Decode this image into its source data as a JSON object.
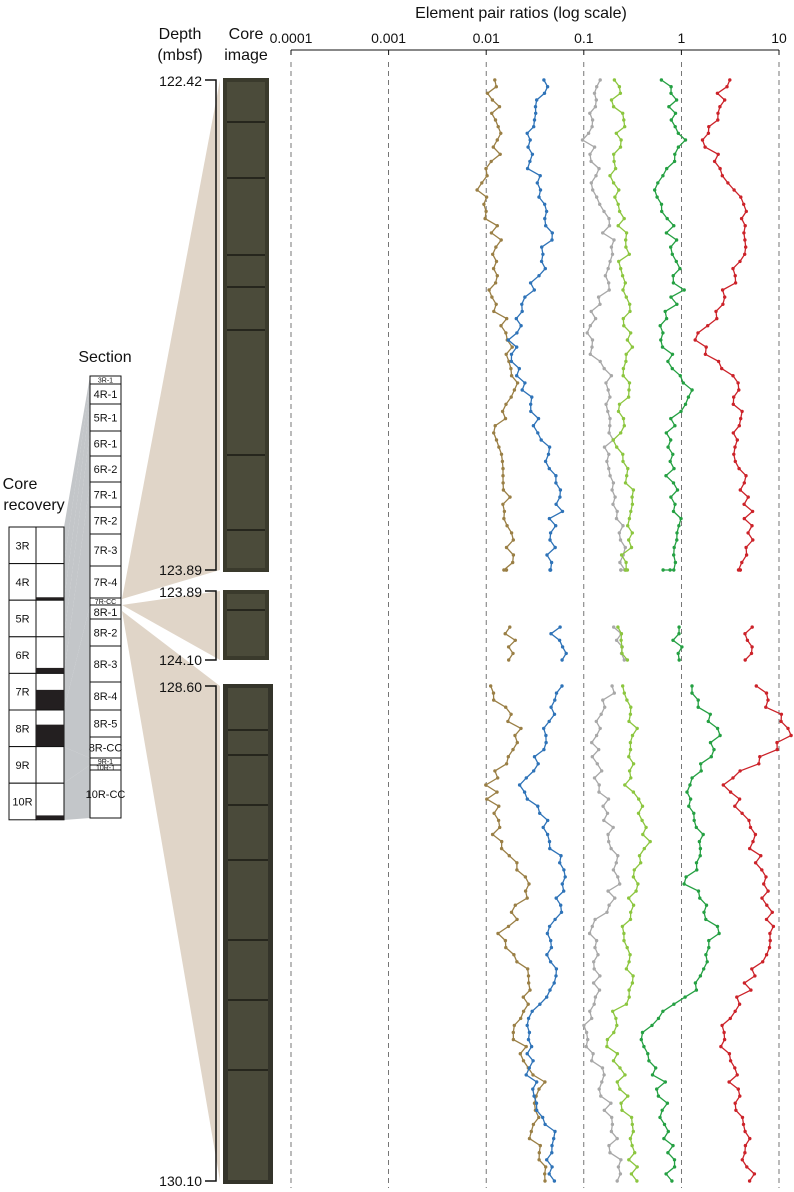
{
  "header": {
    "depth_line1": "Depth",
    "depth_line2": "(mbsf)",
    "core_image_line1": "Core",
    "core_image_line2": "image",
    "section": "Section",
    "core_recovery_line1": "Core",
    "core_recovery_line2": "recovery"
  },
  "core_recovery": {
    "cores": [
      {
        "label": "3R",
        "recovered_fraction": 0.0
      },
      {
        "label": "4R",
        "recovered_fraction": 0.08
      },
      {
        "label": "5R",
        "recovered_fraction": 0.0
      },
      {
        "label": "6R",
        "recovered_fraction": 0.15
      },
      {
        "label": "7R",
        "recovered_fraction": 0.55
      },
      {
        "label": "8R",
        "recovered_fraction": 0.6
      },
      {
        "label": "9R",
        "recovered_fraction": 0.0
      },
      {
        "label": "10R",
        "recovered_fraction": 0.12
      }
    ]
  },
  "sections": [
    "3R-1",
    "4R-1",
    "5R-1",
    "6R-1",
    "6R-2",
    "7R-1",
    "7R-2",
    "7R-3",
    "7R-4",
    "7R-CC",
    "8R-1",
    "8R-2",
    "8R-3",
    "8R-4",
    "8R-5",
    "8R-CC",
    "9R-1",
    "10R-1",
    "10R-CC"
  ],
  "depth_labels": [
    {
      "text": "122.42",
      "value": 122.42
    },
    {
      "text": "123.89",
      "value": 123.89
    },
    {
      "text": "123.89",
      "value": 123.89
    },
    {
      "text": "124.10",
      "value": 124.1
    },
    {
      "text": "128.60",
      "value": 128.6
    },
    {
      "text": "130.10",
      "value": 130.1
    }
  ],
  "colors": {
    "series1": "#9a7f45",
    "series2": "#2e73b8",
    "series3": "#a8a8a8",
    "series4": "#8cc63f",
    "series5": "#24a042",
    "series6": "#cc2229",
    "connector": "#e0d5c8",
    "section_connector": "#b9bcc0"
  },
  "chart_data": {
    "type": "line",
    "title": "Element pair ratios (log scale)",
    "xscale": "log",
    "xlim": [
      0.0001,
      10
    ],
    "x_ticks": [
      "0.0001",
      "0.001",
      "0.01",
      "0.1",
      "1",
      "10"
    ],
    "grid": "dashed vertical at decades",
    "intervals": [
      {
        "top": 122.42,
        "bottom": 123.89
      },
      {
        "top": 123.89,
        "bottom": 124.1
      },
      {
        "top": 128.6,
        "bottom": 130.1
      }
    ],
    "series": [
      {
        "color": "#9a7f45",
        "profile": [
          [
            122.42,
            0.011
          ],
          [
            122.6,
            0.014
          ],
          [
            122.75,
            0.009
          ],
          [
            122.9,
            0.013
          ],
          [
            123.05,
            0.012
          ],
          [
            123.2,
            0.016
          ],
          [
            123.35,
            0.02
          ],
          [
            123.5,
            0.012
          ],
          [
            123.65,
            0.015
          ],
          [
            123.8,
            0.018
          ],
          [
            123.89,
            0.016
          ],
          [
            123.89,
            0.016
          ],
          [
            124.0,
            0.018
          ],
          [
            124.1,
            0.017
          ],
          [
            128.6,
            0.011
          ],
          [
            128.75,
            0.022
          ],
          [
            128.9,
            0.011
          ],
          [
            129.05,
            0.013
          ],
          [
            129.2,
            0.03
          ],
          [
            129.35,
            0.015
          ],
          [
            129.5,
            0.028
          ],
          [
            129.65,
            0.02
          ],
          [
            129.8,
            0.035
          ],
          [
            129.95,
            0.03
          ],
          [
            130.1,
            0.04
          ]
        ]
      },
      {
        "color": "#2e73b8",
        "profile": [
          [
            122.42,
            0.04
          ],
          [
            122.6,
            0.025
          ],
          [
            122.75,
            0.035
          ],
          [
            122.9,
            0.045
          ],
          [
            123.05,
            0.03
          ],
          [
            123.2,
            0.017
          ],
          [
            123.35,
            0.025
          ],
          [
            123.5,
            0.038
          ],
          [
            123.65,
            0.06
          ],
          [
            123.8,
            0.045
          ],
          [
            123.89,
            0.05
          ],
          [
            123.89,
            0.045
          ],
          [
            124.0,
            0.05
          ],
          [
            124.1,
            0.06
          ],
          [
            128.6,
            0.06
          ],
          [
            128.75,
            0.04
          ],
          [
            128.9,
            0.025
          ],
          [
            129.05,
            0.045
          ],
          [
            129.2,
            0.065
          ],
          [
            129.35,
            0.045
          ],
          [
            129.5,
            0.05
          ],
          [
            129.65,
            0.025
          ],
          [
            129.8,
            0.03
          ],
          [
            129.95,
            0.045
          ],
          [
            130.1,
            0.05
          ]
        ]
      },
      {
        "color": "#a8a8a8",
        "profile": [
          [
            122.42,
            0.15
          ],
          [
            122.6,
            0.11
          ],
          [
            122.75,
            0.14
          ],
          [
            122.9,
            0.18
          ],
          [
            123.05,
            0.16
          ],
          [
            123.2,
            0.11
          ],
          [
            123.35,
            0.2
          ],
          [
            123.5,
            0.18
          ],
          [
            123.65,
            0.22
          ],
          [
            123.8,
            0.24
          ],
          [
            123.89,
            0.25
          ],
          [
            123.89,
            0.24
          ],
          [
            124.0,
            0.22
          ],
          [
            124.1,
            0.26
          ],
          [
            128.6,
            0.2
          ],
          [
            128.75,
            0.13
          ],
          [
            128.9,
            0.15
          ],
          [
            129.05,
            0.18
          ],
          [
            129.2,
            0.22
          ],
          [
            129.35,
            0.12
          ],
          [
            129.5,
            0.14
          ],
          [
            129.65,
            0.11
          ],
          [
            129.8,
            0.15
          ],
          [
            129.95,
            0.2
          ],
          [
            130.1,
            0.22
          ]
        ]
      },
      {
        "color": "#8cc63f",
        "profile": [
          [
            122.42,
            0.2
          ],
          [
            122.6,
            0.24
          ],
          [
            122.75,
            0.2
          ],
          [
            122.9,
            0.26
          ],
          [
            123.05,
            0.25
          ],
          [
            123.2,
            0.3
          ],
          [
            123.35,
            0.26
          ],
          [
            123.5,
            0.22
          ],
          [
            123.65,
            0.3
          ],
          [
            123.8,
            0.27
          ],
          [
            123.89,
            0.28
          ],
          [
            123.89,
            0.28
          ],
          [
            124.0,
            0.25
          ],
          [
            124.1,
            0.28
          ],
          [
            128.6,
            0.28
          ],
          [
            128.75,
            0.35
          ],
          [
            128.9,
            0.3
          ],
          [
            129.05,
            0.45
          ],
          [
            129.2,
            0.35
          ],
          [
            129.35,
            0.25
          ],
          [
            129.5,
            0.3
          ],
          [
            129.65,
            0.18
          ],
          [
            129.8,
            0.25
          ],
          [
            129.95,
            0.3
          ],
          [
            130.1,
            0.35
          ]
        ]
      },
      {
        "color": "#24a042",
        "profile": [
          [
            122.42,
            0.7
          ],
          [
            122.6,
            1.0
          ],
          [
            122.75,
            0.6
          ],
          [
            122.9,
            0.8
          ],
          [
            123.05,
            0.95
          ],
          [
            123.2,
            0.6
          ],
          [
            123.35,
            1.2
          ],
          [
            123.5,
            0.7
          ],
          [
            123.65,
            0.8
          ],
          [
            123.8,
            1.0
          ],
          [
            123.89,
            0.8
          ],
          [
            123.89,
            0.65
          ],
          [
            124.0,
            0.9
          ],
          [
            124.1,
            0.95
          ],
          [
            128.6,
            1.2
          ],
          [
            128.75,
            2.5
          ],
          [
            128.9,
            1.2
          ],
          [
            129.05,
            1.5
          ],
          [
            129.2,
            1.2
          ],
          [
            129.35,
            2.3
          ],
          [
            129.5,
            1.5
          ],
          [
            129.65,
            0.4
          ],
          [
            129.8,
            0.6
          ],
          [
            129.95,
            0.7
          ],
          [
            130.1,
            0.8
          ]
        ]
      },
      {
        "color": "#cc2229",
        "profile": [
          [
            122.42,
            3.0
          ],
          [
            122.6,
            1.8
          ],
          [
            122.75,
            3.5
          ],
          [
            122.9,
            5.0
          ],
          [
            123.05,
            3.0
          ],
          [
            123.2,
            1.5
          ],
          [
            123.35,
            4.0
          ],
          [
            123.5,
            3.5
          ],
          [
            123.65,
            4.5
          ],
          [
            123.8,
            5.0
          ],
          [
            123.89,
            3.5
          ],
          [
            123.89,
            4.0
          ],
          [
            124.0,
            5.0
          ],
          [
            124.1,
            4.5
          ],
          [
            128.6,
            6.0
          ],
          [
            128.75,
            13.0
          ],
          [
            128.9,
            3.0
          ],
          [
            129.05,
            5.0
          ],
          [
            129.2,
            7.0
          ],
          [
            129.35,
            8.0
          ],
          [
            129.5,
            5.0
          ],
          [
            129.65,
            2.5
          ],
          [
            129.8,
            3.5
          ],
          [
            129.95,
            4.5
          ],
          [
            130.1,
            5.0
          ]
        ]
      }
    ]
  }
}
